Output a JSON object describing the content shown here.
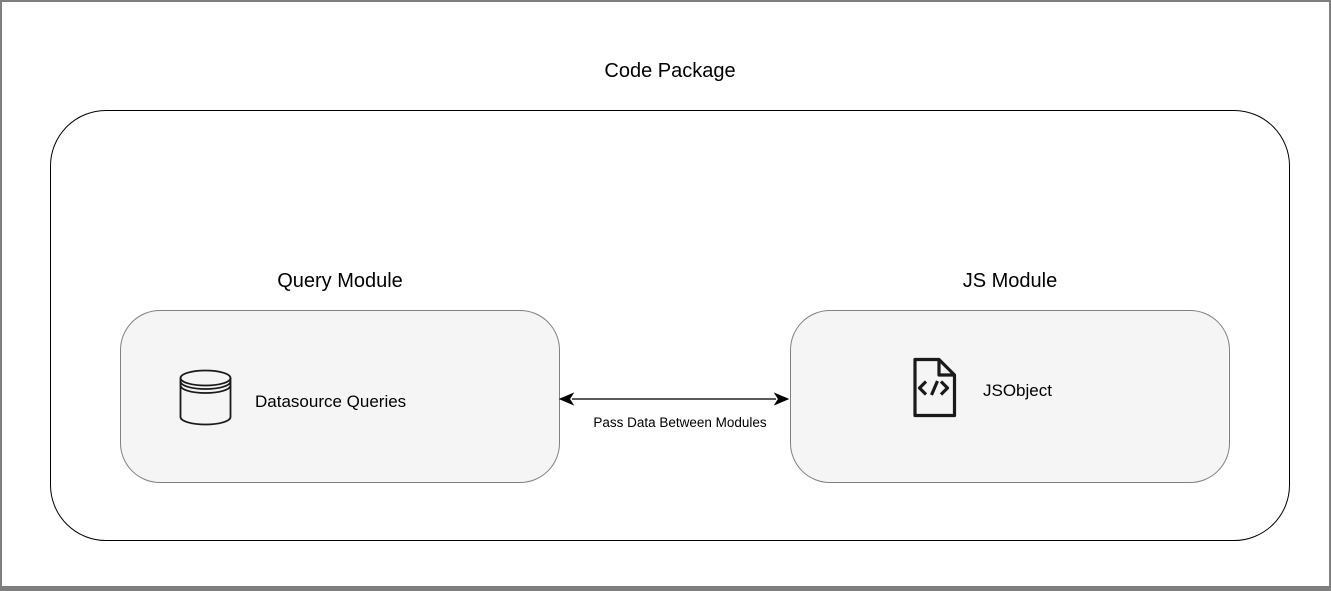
{
  "diagram": {
    "title": "Code Package",
    "container": {
      "name": "code-package"
    },
    "modules": [
      {
        "title": "Query Module",
        "item": "Datasource Queries",
        "icon": "database-icon"
      },
      {
        "title": "JS Module",
        "item": "JSObject",
        "icon": "code-file-icon"
      }
    ],
    "connector": {
      "type": "bidirectional-arrow",
      "label": "Pass Data Between Modules"
    },
    "colors": {
      "background": "#ffffff",
      "frame_border": "#7f7f7f",
      "container_border": "#000000",
      "module_fill": "#f5f5f5",
      "module_border": "#808080",
      "arrow_line": "#595959",
      "arrow_head": "#000000",
      "text": "#000000"
    }
  }
}
